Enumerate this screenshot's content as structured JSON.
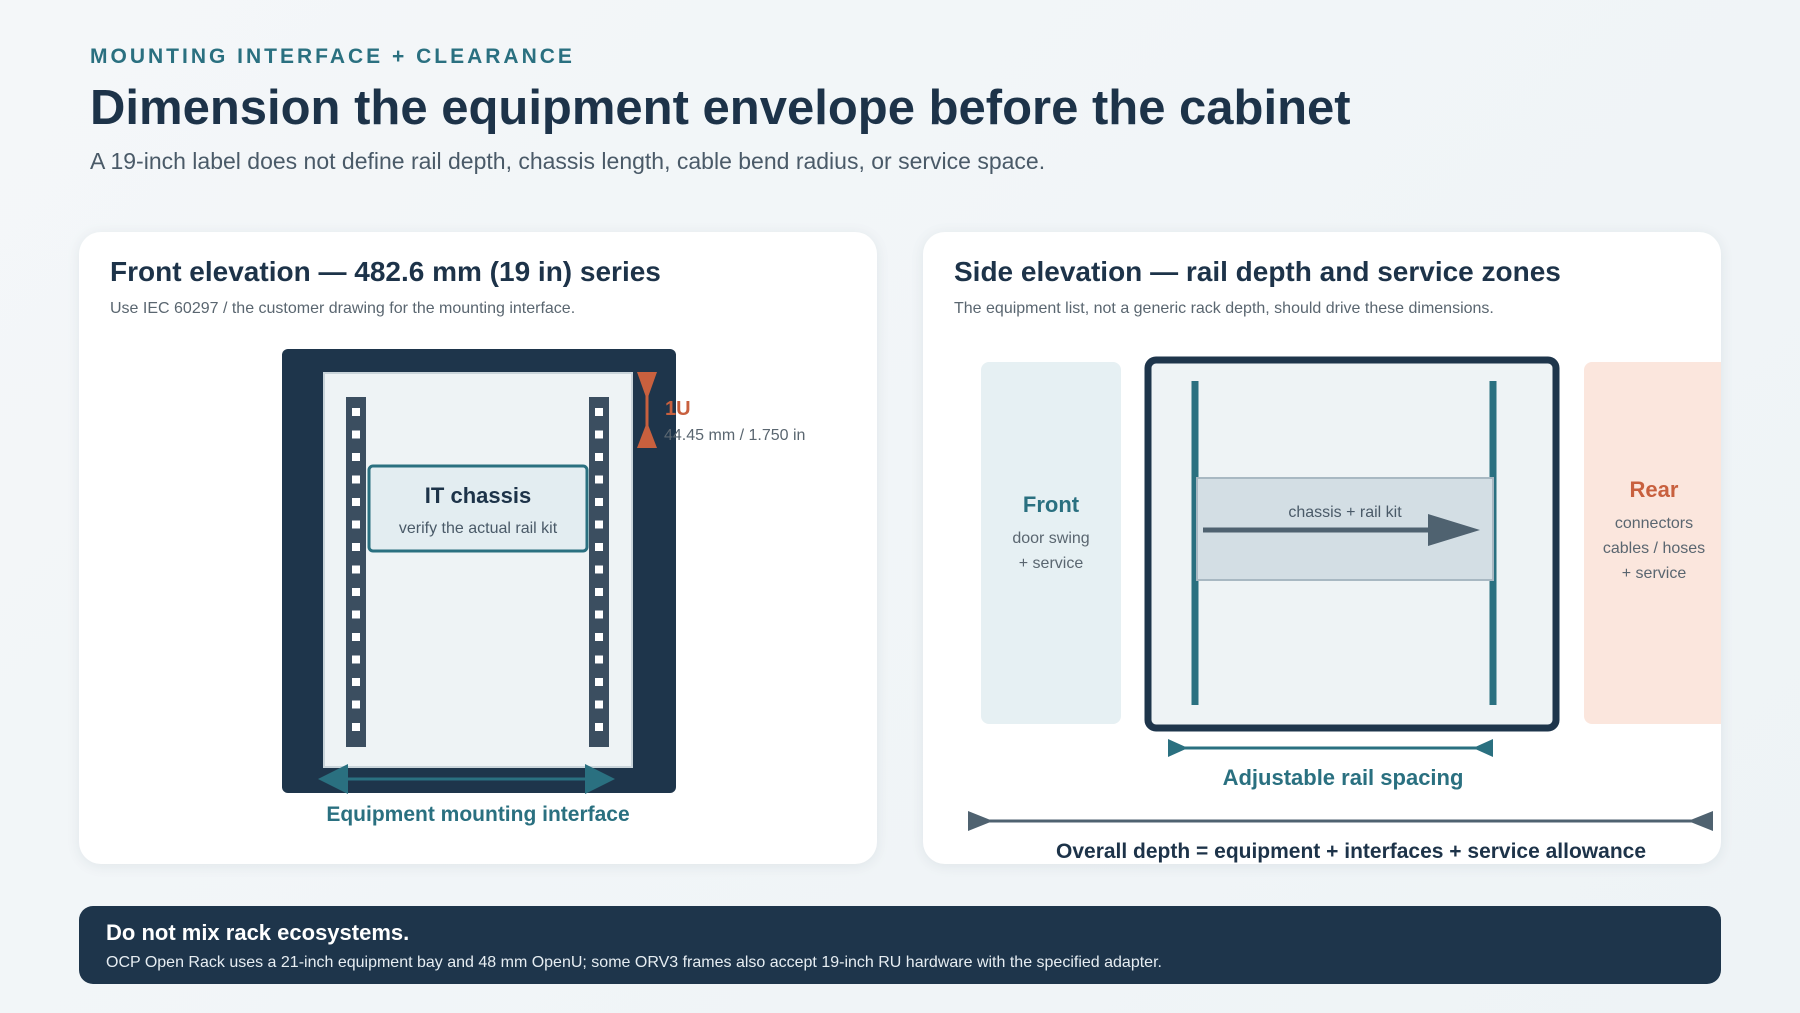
{
  "header": {
    "eyebrow": "MOUNTING INTERFACE + CLEARANCE",
    "title": "Dimension the equipment envelope before the cabinet",
    "subtitle": "A 19-inch label does not define rail depth, chassis length, cable bend radius, or service space."
  },
  "front_card": {
    "title": "Front elevation — 482.6 mm (19 in) series",
    "subtitle": "Use IEC 60297 / the customer drawing for the mounting interface.",
    "unit_label": "1U",
    "unit_dimension": "44.45 mm / 1.750 in",
    "chassis_label": "IT chassis",
    "chassis_note": "verify the actual rail kit",
    "interface_label": "Equipment mounting interface"
  },
  "side_card": {
    "title": "Side elevation — rail depth and service zones",
    "subtitle": "The equipment list, not a generic rack depth, should drive these dimensions.",
    "front_zone": {
      "title": "Front",
      "line1": "door swing",
      "line2": "+ service"
    },
    "chassis_label": "chassis + rail kit",
    "rear_zone": {
      "title": "Rear",
      "line1": "connectors",
      "line2": "cables / hoses",
      "line3": "+ service"
    },
    "rail_spacing_label": "Adjustable rail spacing",
    "overall_depth_label": "Overall depth = equipment + interfaces + service allowance"
  },
  "banner": {
    "title": "Do not mix rack ecosystems.",
    "text": "OCP Open Rack uses a 21-inch equipment bay and 48 mm OpenU; some ORV3 frames also accept 19-inch RU hardware with the specified adapter."
  },
  "colors": {
    "navy": "#1e354b",
    "teal": "#2a7080",
    "accent_orange": "#c8603e",
    "front_zone_fill": "#e6f0f3",
    "rear_zone_fill": "#fbe6dd"
  }
}
